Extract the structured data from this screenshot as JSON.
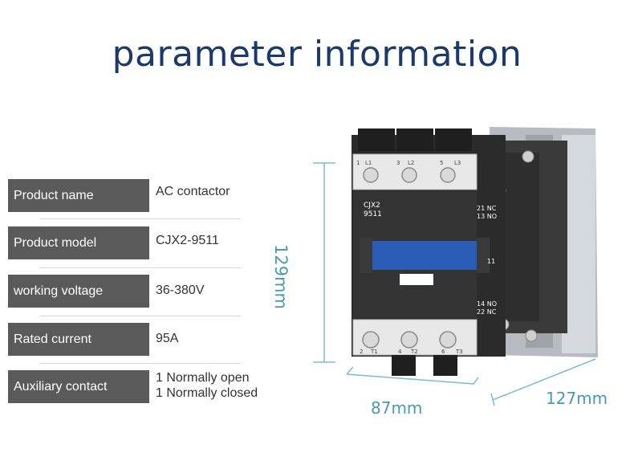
{
  "title": "parameter information",
  "params": [
    {
      "label": "Product name",
      "value": "AC contactor"
    },
    {
      "label": "Product model",
      "value": "CJX2-9511"
    },
    {
      "label": "working voltage",
      "value": "36-380V"
    },
    {
      "label": "Rated current",
      "value": "95A"
    },
    {
      "label": "Auxiliary contact",
      "value_lines": [
        "1 Normally open",
        "1 Normally closed"
      ]
    }
  ],
  "dimensions": {
    "height": "129mm",
    "width": "87mm",
    "depth": "127mm"
  },
  "device": {
    "model_text": [
      "CJX2",
      "9511"
    ],
    "top_terminals": [
      "1",
      "L1",
      "3",
      "L2",
      "5",
      "L3"
    ],
    "bottom_terminals": [
      "2",
      "T1",
      "4",
      "T2",
      "6",
      "T3"
    ],
    "aux_top": [
      "21 NC",
      "13 NO"
    ],
    "aux_bottom": [
      "14 NO",
      "22 NC"
    ],
    "center_label": "11"
  },
  "colors": {
    "title": "#1b3a6b",
    "label_bg": "#5a5a5a",
    "dimension": "#4a9ab0",
    "actuator": "#2a5bb5"
  }
}
